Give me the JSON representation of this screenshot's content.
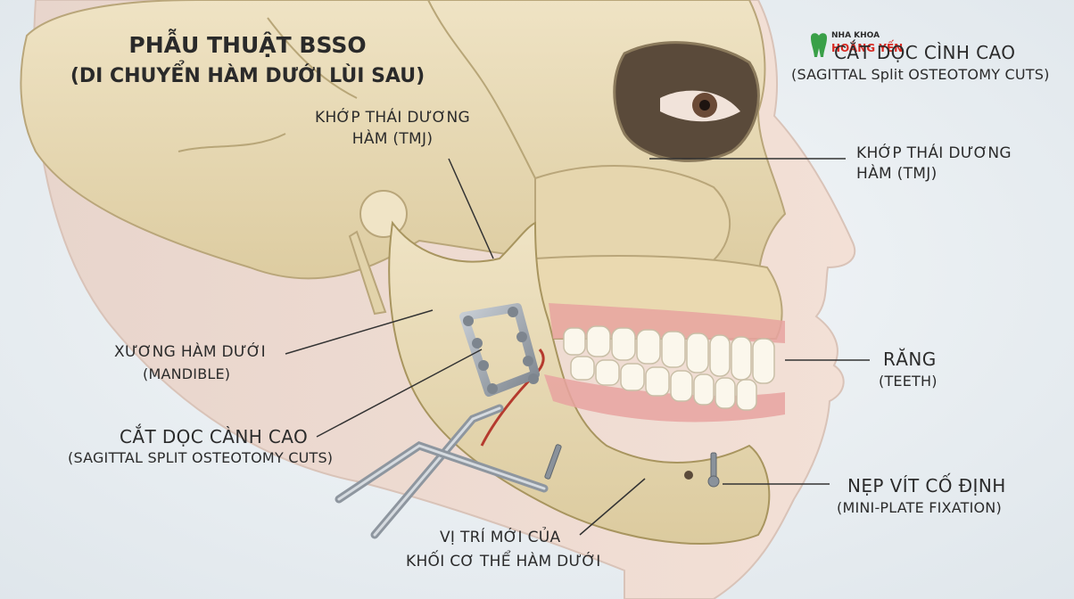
{
  "title": {
    "line1": "PHẪU THUẬT BSSO",
    "line2": "(DI CHUYỂN HÀM DƯỚI LÙI SAU)"
  },
  "logo": {
    "top": "NHA KHOA",
    "bottom": "HOÀNG YẾN",
    "color_top": "#2d9a3a",
    "color_bottom": "#d82b24"
  },
  "labels": {
    "tmj_left": {
      "line1": "KHỚP THÁI DƯƠNG",
      "line2": "HÀM (TMJ)"
    },
    "tmj_right": {
      "line1": "KHỚP THÁI DƯƠNG",
      "line2": "HÀM (TMJ)"
    },
    "top_right_cut": {
      "line1": "CẮT DỌC CÌNH CAO",
      "line2": "(SAGITTAL Split OSTEOTOMY CUTS)"
    },
    "mandible": {
      "line1": "XƯƠNG HÀM DƯỚI",
      "line2": "(MANDIBLE)"
    },
    "cuts": {
      "line1": "CẮT DỌC CÀNH CAO",
      "line2": "(SAGITTAL SPLIT OSTEOTOMY CUTS)"
    },
    "teeth": {
      "line1": "RĂNG",
      "line2": "(TEETH)"
    },
    "fixation": {
      "line1": "NẸP VÍT CỐ ĐỊNH",
      "line2": "(MINI-PLATE FIXATION)"
    },
    "new_position": {
      "line1": "VỊ TRÍ MỚI CỦA",
      "line2": "KHỐI CƠ THỂ HÀM DƯỚI"
    }
  },
  "colors": {
    "background": "#e9eef2",
    "skin": "#f1dcd2",
    "bone": "#e7d9b4",
    "bone_shadow": "#c9b98e",
    "gum": "#e59c9a",
    "teeth": "#faf6ea",
    "metal": "#9aa2ab"
  }
}
